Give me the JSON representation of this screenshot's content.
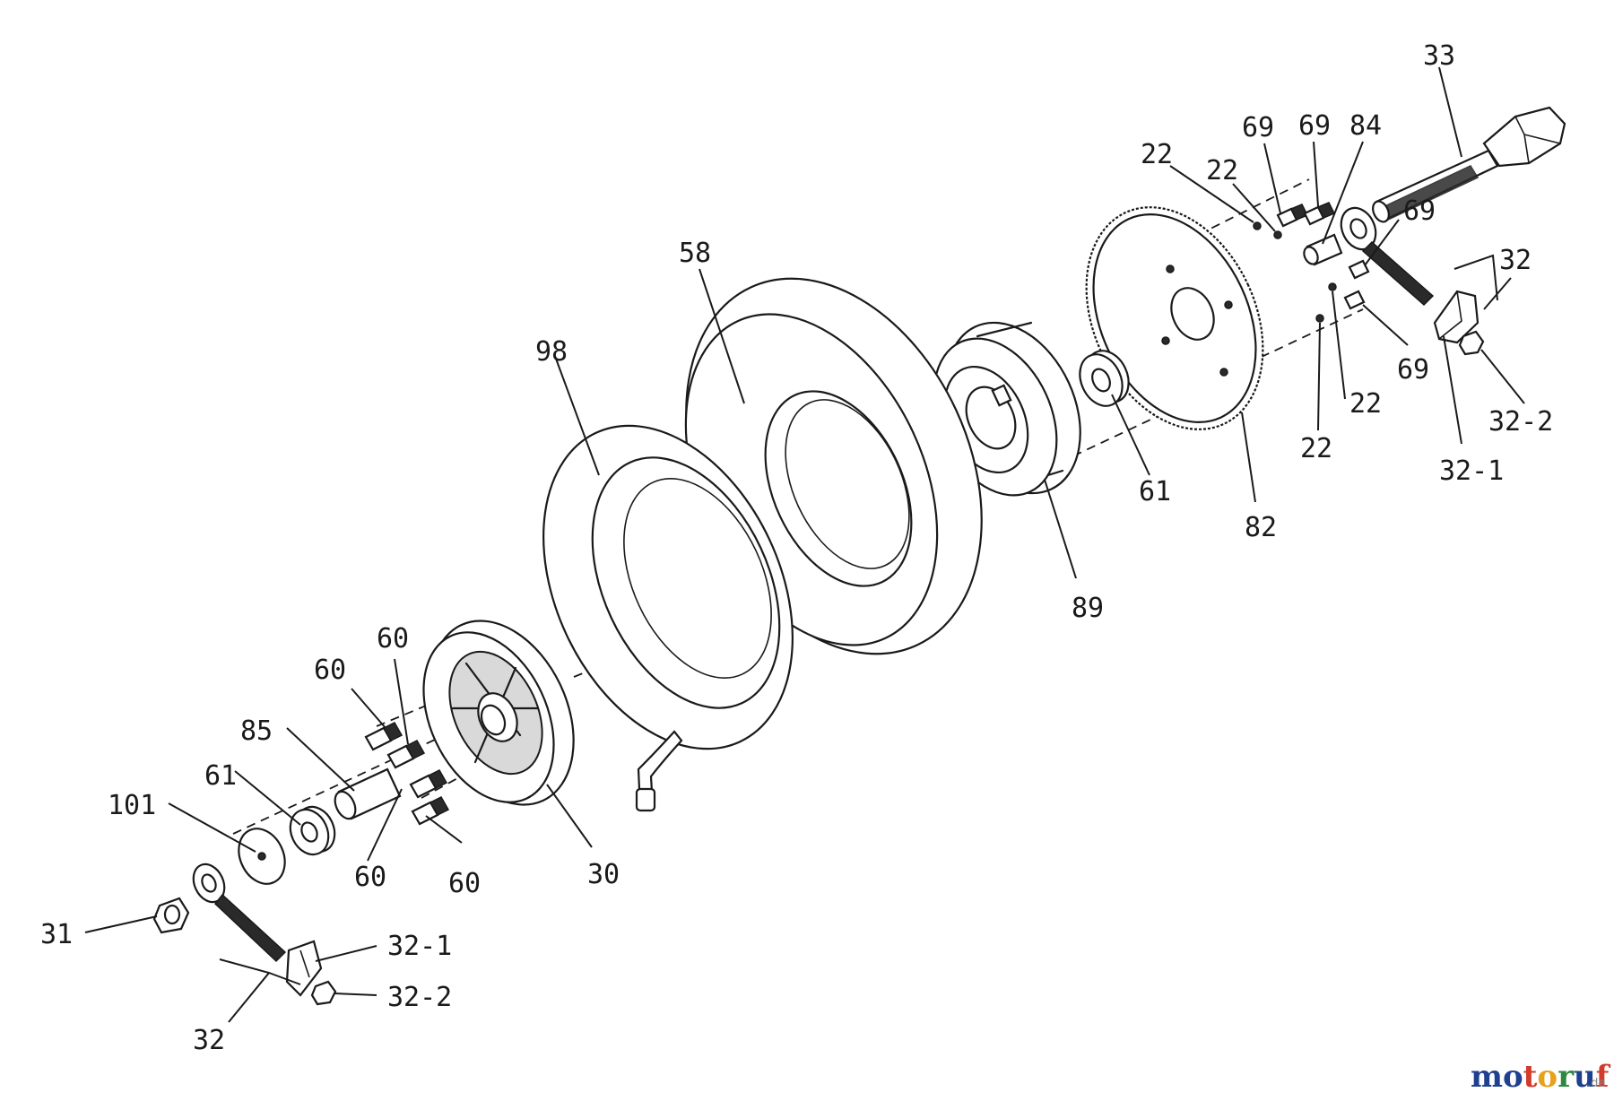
{
  "diagram": {
    "callouts": [
      {
        "id": "c33",
        "text": "33"
      },
      {
        "id": "c69a",
        "text": "69"
      },
      {
        "id": "c69b",
        "text": "69"
      },
      {
        "id": "c84",
        "text": "84"
      },
      {
        "id": "c22a",
        "text": "22"
      },
      {
        "id": "c22b",
        "text": "22"
      },
      {
        "id": "c69c",
        "text": "69"
      },
      {
        "id": "c32r",
        "text": "32"
      },
      {
        "id": "c58",
        "text": "58"
      },
      {
        "id": "c98",
        "text": "98"
      },
      {
        "id": "c69d",
        "text": "69"
      },
      {
        "id": "c22c",
        "text": "22"
      },
      {
        "id": "c32-2r",
        "text": "32-2"
      },
      {
        "id": "c61r",
        "text": "61"
      },
      {
        "id": "c22d",
        "text": "22"
      },
      {
        "id": "c32-1r",
        "text": "32-1"
      },
      {
        "id": "c82",
        "text": "82"
      },
      {
        "id": "c89",
        "text": "89"
      },
      {
        "id": "c60a",
        "text": "60"
      },
      {
        "id": "c60b",
        "text": "60"
      },
      {
        "id": "c85",
        "text": "85"
      },
      {
        "id": "c61l",
        "text": "61"
      },
      {
        "id": "c101",
        "text": "101"
      },
      {
        "id": "c60c",
        "text": "60"
      },
      {
        "id": "c60d",
        "text": "60"
      },
      {
        "id": "c30",
        "text": "30"
      },
      {
        "id": "c31",
        "text": "31"
      },
      {
        "id": "c32-1l",
        "text": "32-1"
      },
      {
        "id": "c32-2l",
        "text": "32-2"
      },
      {
        "id": "c32l",
        "text": "32"
      }
    ]
  },
  "watermark": {
    "brand": "motoruf",
    "suffix": ".de",
    "colors": [
      "#1f3f8f",
      "#d23b2b",
      "#e8a11a",
      "#2b8a3e"
    ]
  }
}
